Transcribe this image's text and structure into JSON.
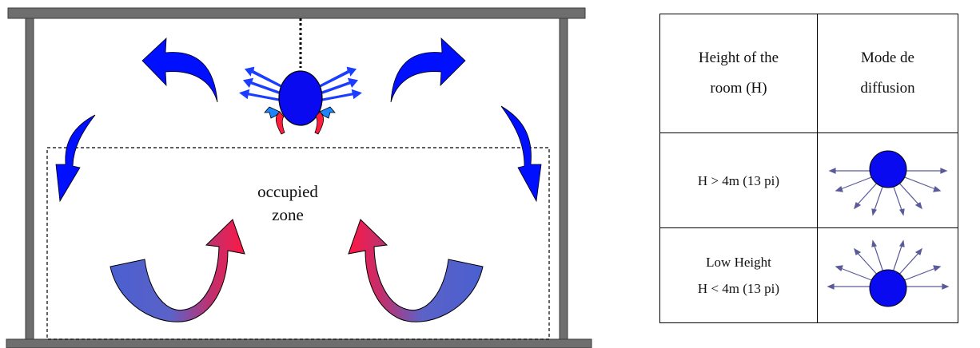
{
  "diagram": {
    "zone_label_line1": "occupied",
    "zone_label_line2": "zone",
    "colors": {
      "frame": "#6e6e6e",
      "airflow_cold": "#0010ff",
      "airflow_return": "#4a5fd0",
      "airflow_warm": "#ff1744",
      "diffuser": "#0a0af0"
    }
  },
  "table": {
    "header": {
      "col1_line1": "Height of the",
      "col1_line2": "room (H)",
      "col2_line1": "Mode de",
      "col2_line2": "diffusion"
    },
    "rows": [
      {
        "label_line1": "H > 4m (13 pi)",
        "label_line2": "",
        "icon": "diffusion-downward-icon"
      },
      {
        "label_line1": "Low Height",
        "label_line2": "H < 4m (13 pi)",
        "icon": "diffusion-upward-icon"
      }
    ]
  }
}
